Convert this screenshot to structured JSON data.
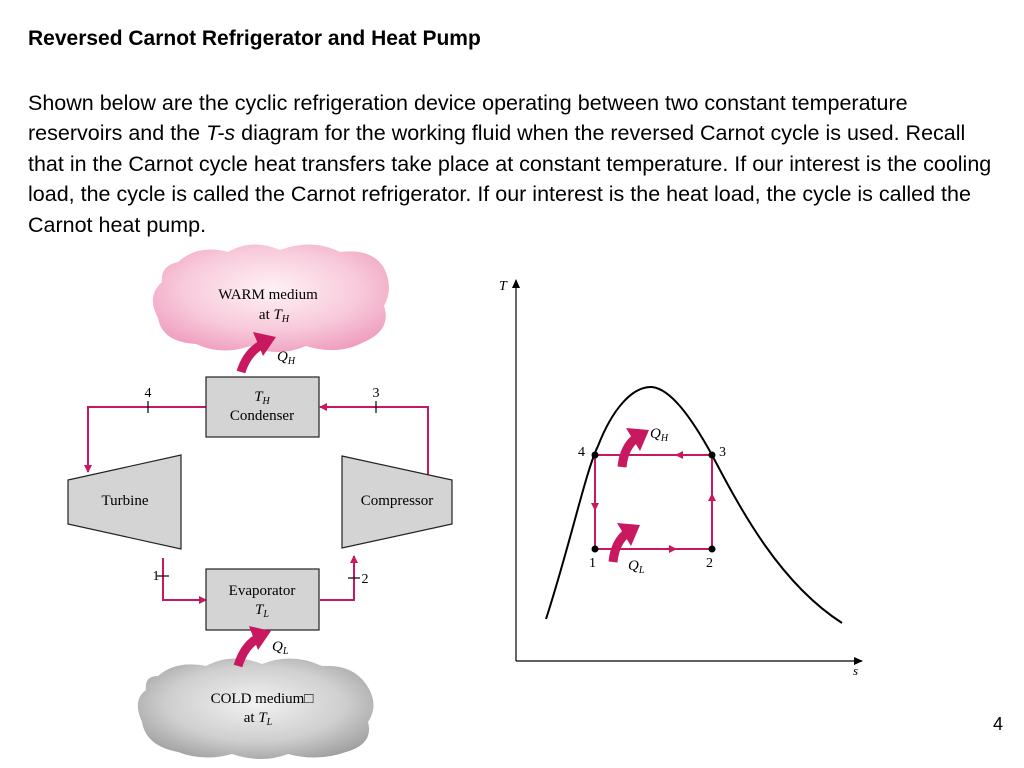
{
  "slide": {
    "title": "Reversed Carnot Refrigerator and Heat Pump",
    "para_a": "Shown below are the cyclic refrigeration device operating between two constant temperature reservoirs and the ",
    "para_ts": "T-s",
    "para_b": " diagram for the working fluid when the reversed Carnot cycle is used.  Recall that in the Carnot cycle heat transfers take place at constant temperature.  If our interest is the cooling load, the cycle is called the Carnot refrigerator.  If our interest is the heat load, the cycle is called the Carnot heat pump.",
    "page_number": "4"
  },
  "device": {
    "warm_line1": "WARM medium",
    "warm_at": "at ",
    "warm_T": "T",
    "warm_sub": "H",
    "qh_Q": "Q",
    "qh_sub": "H",
    "condenser_T": "T",
    "condenser_sub": "H",
    "condenser_label": "Condenser",
    "turbine_label": "Turbine",
    "compressor_label": "Compressor",
    "evaporator_label": "Evaporator",
    "evaporator_T": "T",
    "evaporator_sub": "L",
    "ql_Q": "Q",
    "ql_sub": "L",
    "cold_line1": "COLD medium□",
    "cold_at": "at ",
    "cold_T": "T",
    "cold_sub": "L",
    "state1": "1",
    "state2": "2",
    "state3": "3",
    "state4": "4"
  },
  "ts_diagram": {
    "axis_T": "T",
    "axis_s": "s",
    "state1": "1",
    "state2": "2",
    "state3": "3",
    "state4": "4",
    "qh_Q": "Q",
    "qh_sub": "H",
    "ql_Q": "Q",
    "ql_sub": "L"
  },
  "colors": {
    "accent": "#c8185f",
    "box_fill": "#d4d4d4",
    "warm_cloud": "#f0a8c4",
    "cold_cloud": "#a8a8a8"
  }
}
